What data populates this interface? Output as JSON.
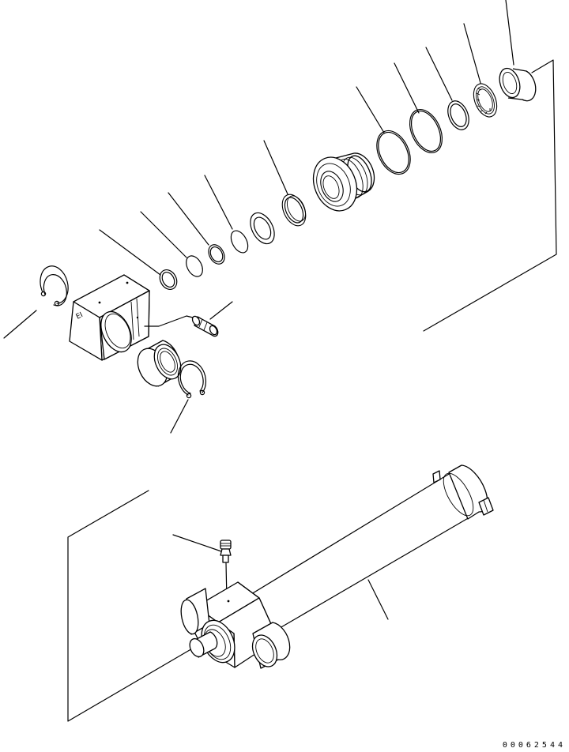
{
  "figure": {
    "reference_code": "00062544",
    "block_mark": "EI"
  },
  "parts": [
    {
      "id": "bushing-top"
    },
    {
      "id": "dust-seal"
    },
    {
      "id": "snap-ring-small"
    },
    {
      "id": "o-ring-1"
    },
    {
      "id": "o-ring-2"
    },
    {
      "id": "cylinder-head"
    },
    {
      "id": "backup-ring"
    },
    {
      "id": "washer"
    },
    {
      "id": "plug"
    },
    {
      "id": "small-ring"
    },
    {
      "id": "disc"
    },
    {
      "id": "retaining-ring"
    },
    {
      "id": "snap-ring-left"
    },
    {
      "id": "snap-ring-bottom"
    },
    {
      "id": "rod-end-block"
    },
    {
      "id": "grease-fitting-block"
    },
    {
      "id": "spherical-bushing"
    },
    {
      "id": "grease-fitting-tube"
    },
    {
      "id": "cylinder-tube"
    }
  ]
}
